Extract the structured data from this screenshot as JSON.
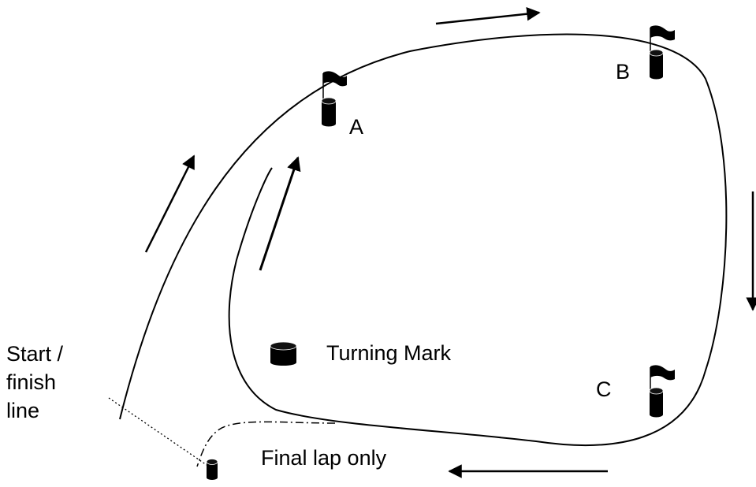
{
  "labels": {
    "mark_a": "A",
    "mark_b": "B",
    "mark_c": "C",
    "legend": "Turning Mark",
    "start_finish_line1": "Start /",
    "start_finish_line2": "finish",
    "start_finish_line3": "line",
    "final_lap": "Final lap only"
  },
  "icons": {
    "turning_mark": "drum-buoy-icon",
    "flag": "flag-icon",
    "direction_arrow": "arrow-icon"
  },
  "colors": {
    "ink": "#000000",
    "background": "#ffffff"
  }
}
